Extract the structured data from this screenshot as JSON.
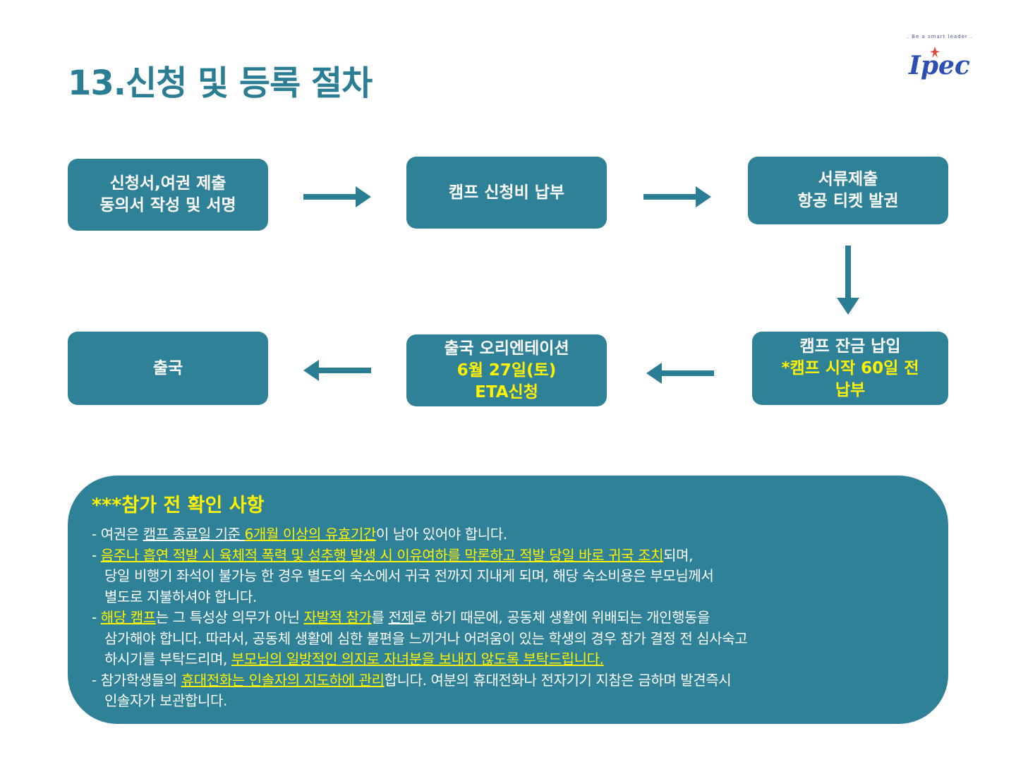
{
  "title": "13.신청 및 등록 절차",
  "logo": {
    "tagline": ". Be a smart leader .",
    "wordmark": "Ipec"
  },
  "colors": {
    "title": "#2b7d94",
    "box": "#2f8198",
    "highlight": "#fff200",
    "logo": "#2b4fb2"
  },
  "steps": {
    "s1": {
      "line1": "신청서,여권 제출",
      "line2": "동의서 작성 및 서명"
    },
    "s2": {
      "line1": "캠프 신청비 납부"
    },
    "s3": {
      "line1": "서류제출",
      "line2": "항공  티켓 발권"
    },
    "s4": {
      "line1": "캠프 잔금 납입",
      "line2": "*캠프 시작 60일 전",
      "line3": "납부"
    },
    "s5": {
      "line1": "출국 오리엔테이션",
      "line2": "6월 27일(토)",
      "line3": "ETA신청"
    },
    "s6": {
      "line1": "출국"
    }
  },
  "arrows": [
    "arrow-right-icon",
    "arrow-right-icon",
    "arrow-down-icon",
    "arrow-left-icon",
    "arrow-left-icon"
  ],
  "notes": {
    "title": "***참가 전 확인 사항",
    "n1": {
      "a": "- 여권은 ",
      "b": "캠프 종료일 기준 ",
      "c": "6개월 이상의 유효기간",
      "d": "이 남아 있어야 합니다."
    },
    "n2": {
      "a": "- ",
      "b": "음주나 흡연 적발 시 육체적 폭력 및 성추행 발생 시 이유여하를 막론하고 적발 당일 바로 귀국 조치",
      "c": "되며,",
      "l2": "당일 비행기 좌석이 불가능 한 경우 별도의 숙소에서 귀국 전까지 지내게 되며, 해당 숙소비용은 부모님께서",
      "l3": "별도로 지불하셔야 합니다."
    },
    "n3": {
      "a": "- ",
      "b": "해당 캠프",
      "c": "는 그 특성상 의무가 아닌 ",
      "d": "자발적 참가",
      "e": "를 ",
      "f": "전제",
      "g": "로 하기 때문에, 공동체 생활에 위배되는 개인행동을",
      "l2": "삼가해야 합니다. 따라서, 공동체 생활에 심한 불편을 느끼거나 어려움이 있는 학생의 경우 참가 결정 전 심사숙고",
      "l3a": "하시기를 부탁드리며, ",
      "l3b": "부모님의 일방적인 의지로 자녀분을 보내지 않도록 부탁드립니다."
    },
    "n4": {
      "a": "- 참가학생들의 ",
      "b": "휴대전화는 인솔자의 지도하에 관리",
      "c": "합니다. 여분의 휴대전화나 전자기기 지참은 금하며 발견즉시",
      "l2": "인솔자가 보관합니다."
    }
  }
}
